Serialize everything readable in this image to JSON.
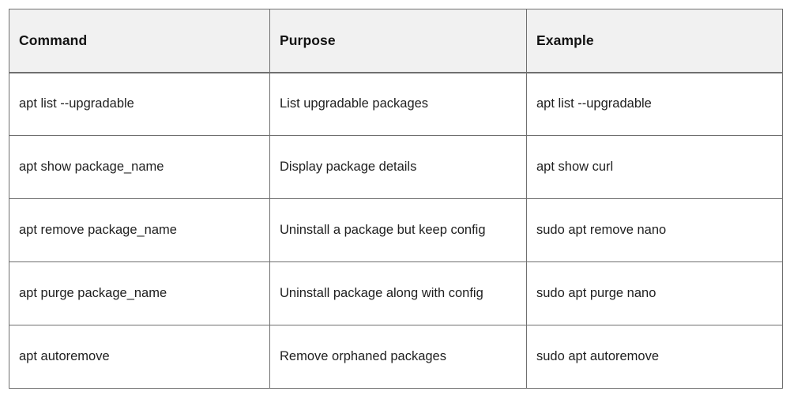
{
  "table": {
    "columns": [
      "Command",
      "Purpose",
      "Example"
    ],
    "rows": [
      {
        "command": "apt list --upgradable",
        "purpose": "List upgradable packages",
        "example": "apt list --upgradable"
      },
      {
        "command": "apt show package_name",
        "purpose": "Display package details",
        "example": "apt show curl"
      },
      {
        "command": "apt remove package_name",
        "purpose": "Uninstall a package but keep config",
        "example": "sudo apt remove nano"
      },
      {
        "command": "apt purge package_name",
        "purpose": "Uninstall package along with config",
        "example": "sudo apt purge nano"
      },
      {
        "command": "apt autoremove",
        "purpose": "Remove orphaned packages",
        "example": "sudo apt autoremove"
      }
    ],
    "colors": {
      "header_background": "#f1f1f1",
      "border": "#6f6f6f",
      "text": "#1f1f1f",
      "header_text": "#131313",
      "page_background": "#ffffff"
    }
  }
}
